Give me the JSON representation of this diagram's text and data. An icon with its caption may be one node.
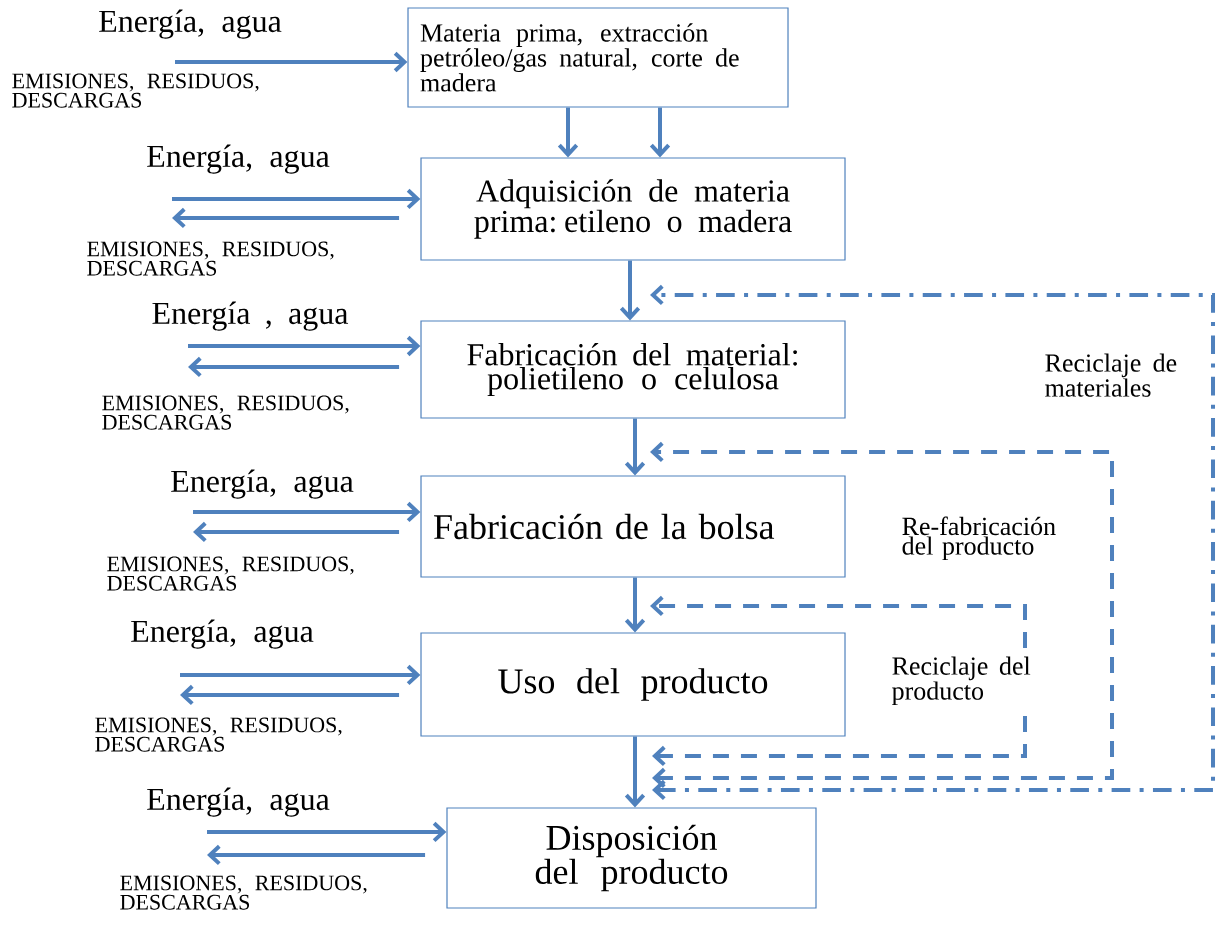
{
  "diagram": {
    "nodes": [
      {
        "text": [
          "Materia prima, extracción petróleo/gas natural, corte de madera"
        ]
      },
      {
        "text": [
          "Adquisición de materia prima: etileno o madera"
        ]
      },
      {
        "text": [
          "Fabricación del material: polietileno o celulosa"
        ]
      },
      {
        "text": [
          "Fabricación de la bolsa"
        ]
      },
      {
        "text": [
          "Uso del producto"
        ]
      },
      {
        "text": [
          "Disposición del producto"
        ]
      },
      {
        "text": [
          "Energía, agua"
        ]
      },
      {
        "text": [
          "Energía, agua"
        ]
      },
      {
        "text": [
          "EMISIONES, RESIDUOS, DESCARGAS"
        ]
      },
      {
        "text": [
          "Energía , agua"
        ]
      },
      {
        "text": [
          "EMISIONES, RESIDUOS, DESCARGAS"
        ]
      },
      {
        "text": [
          "Energía, agua"
        ]
      },
      {
        "text": [
          "EMISIONES, RESIDUOS, DESCARGAS"
        ]
      },
      {
        "text": [
          "Energía, agua"
        ]
      },
      {
        "text": [
          "EMISIONES, RESIDUOS, DESCARGAS"
        ]
      },
      {
        "text": [
          "Energía, agua"
        ]
      },
      {
        "text": [
          "EMISIONES, RESIDUOS, DESCARGAS"
        ]
      }
    ],
    "edges": [
      {
        "from": 0,
        "to": 1,
        "arrow": "to"
      },
      {
        "from": 0,
        "to": 1,
        "arrow": "to"
      },
      {
        "from": 1,
        "to": 2,
        "arrow": "to"
      },
      {
        "from": 2,
        "to": 3,
        "arrow": "to"
      },
      {
        "from": 3,
        "to": 4,
        "arrow": "to"
      },
      {
        "from": 4,
        "to": 5,
        "arrow": "to"
      },
      {
        "from": 6,
        "to": 0,
        "arrow": "to"
      },
      {
        "from": 7,
        "to": 1,
        "arrow": "to"
      },
      {
        "from": 1,
        "to": 8,
        "arrow": "to"
      },
      {
        "from": 9,
        "to": 2,
        "arrow": "to"
      },
      {
        "from": 2,
        "to": 10,
        "arrow": "to"
      },
      {
        "from": 11,
        "to": 3,
        "arrow": "to"
      },
      {
        "from": 3,
        "to": 12,
        "arrow": "to"
      },
      {
        "from": 13,
        "to": 4,
        "arrow": "to"
      },
      {
        "from": 4,
        "to": 14,
        "arrow": "to"
      },
      {
        "from": 15,
        "to": 5,
        "arrow": "to"
      },
      {
        "from": 5,
        "to": 16,
        "arrow": "to"
      },
      {
        "from": 5,
        "to": 2,
        "arrow": "both",
        "style": "dashed",
        "label": "Reciclaje de materiales"
      },
      {
        "from": 5,
        "to": 3,
        "arrow": "both",
        "style": "dashed",
        "label": "Re-fabricación del  producto"
      },
      {
        "from": 4,
        "to": 4,
        "arrow": "both",
        "style": "dashed",
        "label": "Reciclaje del producto"
      }
    ],
    "labels": [
      "EMISIONES, RESIDUOS, DESCARGAS"
    ]
  }
}
